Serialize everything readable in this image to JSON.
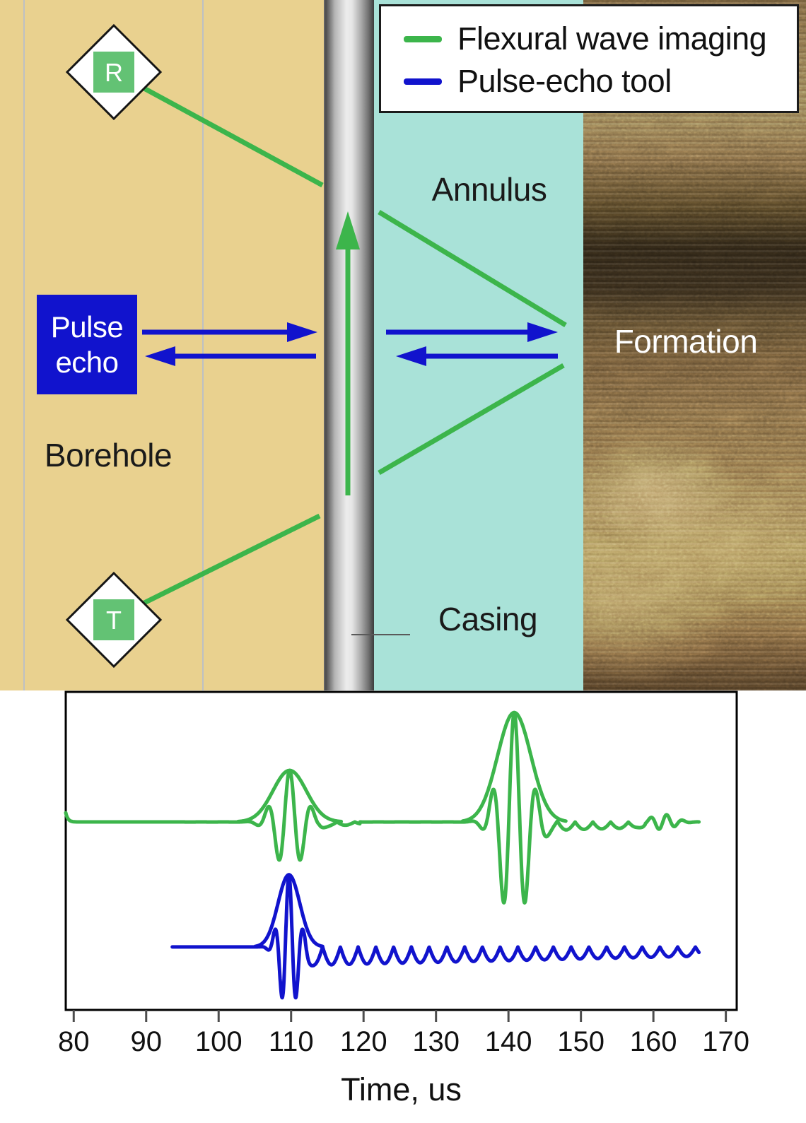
{
  "legend": {
    "items": [
      {
        "label": "Flexural wave imaging",
        "color": "#3cb54b"
      },
      {
        "label": "Pulse-echo tool",
        "color": "#1113cd"
      }
    ]
  },
  "diagram": {
    "labels": {
      "borehole": "Borehole",
      "annulus": "Annulus",
      "formation": "Formation",
      "casing": "Casing"
    },
    "tool_label_lines": [
      "Pulse",
      "echo"
    ],
    "receiver_label": "R",
    "transmitter_label": "T",
    "colors": {
      "borehole": "#e9d18f",
      "annulus": "#a9e2d8",
      "wave_green": "#3cb54b",
      "tool_blue": "#1113cd",
      "marker_green": "#63c274"
    }
  },
  "chart_data": {
    "type": "line",
    "title": "",
    "xlabel": "Time, us",
    "ylabel": "",
    "x_range": [
      78.9,
      171.5
    ],
    "x_ticks": [
      80,
      90,
      100,
      110,
      120,
      130,
      140,
      150,
      160,
      170
    ],
    "grid": false,
    "legend_position": "top-left of schematic panel",
    "series": [
      {
        "name": "Flexural wave imaging",
        "color": "#3cb54b",
        "baseline_frac": 0.409,
        "t_start": 78.9,
        "t_end": 166.3,
        "start_decay": {
          "amp_frac": 0.029,
          "tau_us": 0.3
        },
        "packets": [
          {
            "center_us": 109.8,
            "peak_amp_frac": 0.162,
            "sigma_us": 1.9,
            "period_us": 3.05,
            "envelope_sigma_us": 2.3
          },
          {
            "center_us": 140.8,
            "peak_amp_frac": 0.344,
            "sigma_us": 1.9,
            "period_us": 3.05,
            "envelope_sigma_us": 2.3
          }
        ],
        "ring_scallops": [
          {
            "t0": 113.9,
            "t1": 119.5,
            "period_us": 2.45,
            "depth_frac_start": 0.016,
            "depth_frac_end": 0.007
          },
          {
            "t0": 144.3,
            "t1": 158.9,
            "period_us": 2.45,
            "depth_frac_start": 0.027,
            "depth_frac_end": 0.018
          }
        ],
        "wiggles": [
          {
            "center_us": 161.3,
            "amp_frac": 0.024,
            "sigma_us": 1.6,
            "period_us": 2.2
          }
        ]
      },
      {
        "name": "Pulse-echo tool",
        "color": "#1113cd",
        "baseline_frac": 0.802,
        "t_start": 93.6,
        "t_end": 166.3,
        "start_decay": null,
        "packets": [
          {
            "center_us": 109.7,
            "peak_amp_frac": 0.227,
            "sigma_us": 1.15,
            "period_us": 2.0,
            "envelope_sigma_us": 1.5
          }
        ],
        "ring_scallops": [
          {
            "t0": 111.9,
            "t1": 166.3,
            "period_us": 2.45,
            "depth_frac_start": 0.058,
            "depth_frac_end": 0.029
          }
        ],
        "wiggles": []
      }
    ]
  }
}
